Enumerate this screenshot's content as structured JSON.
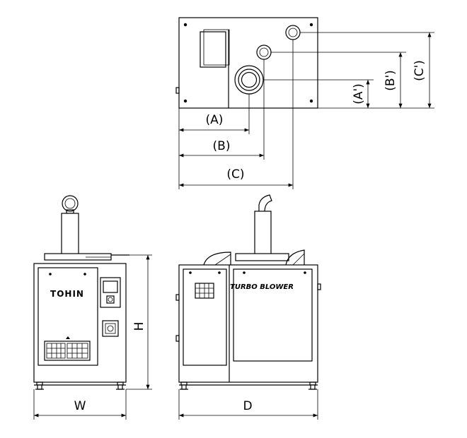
{
  "labels": {
    "dim_a": "(A)",
    "dim_b": "(B)",
    "dim_c": "(C)",
    "dim_a_prime": "(A')",
    "dim_b_prime": "(B')",
    "dim_c_prime": "(C')",
    "height": "H",
    "width": "W",
    "depth": "D"
  },
  "front_panel": {
    "logo": "TOHIN"
  },
  "side_panel": {
    "brand": "TURBO BLOWER"
  }
}
